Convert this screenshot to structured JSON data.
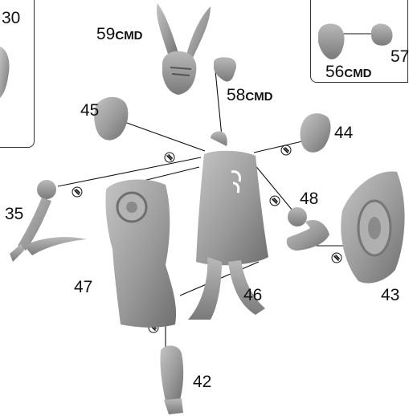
{
  "parts": [
    {
      "id": "30"
    },
    {
      "id": "59",
      "suffix": "CMD"
    },
    {
      "id": "58",
      "suffix": "CMD"
    },
    {
      "id": "56",
      "suffix": "CMD"
    },
    {
      "id": "57",
      "suffix": ""
    },
    {
      "id": "45"
    },
    {
      "id": "44"
    },
    {
      "id": "35"
    },
    {
      "id": "48"
    },
    {
      "id": "47"
    },
    {
      "id": "46"
    },
    {
      "id": "43"
    },
    {
      "id": "42"
    }
  ],
  "colors": {
    "part_fill": "#9a9a9a",
    "part_shadow": "#6e6e6e",
    "part_highlight": "#c8c8c8",
    "leader_line": "#111111",
    "frame_border": "#333333"
  },
  "icons": [
    "glue-drop-icon"
  ]
}
